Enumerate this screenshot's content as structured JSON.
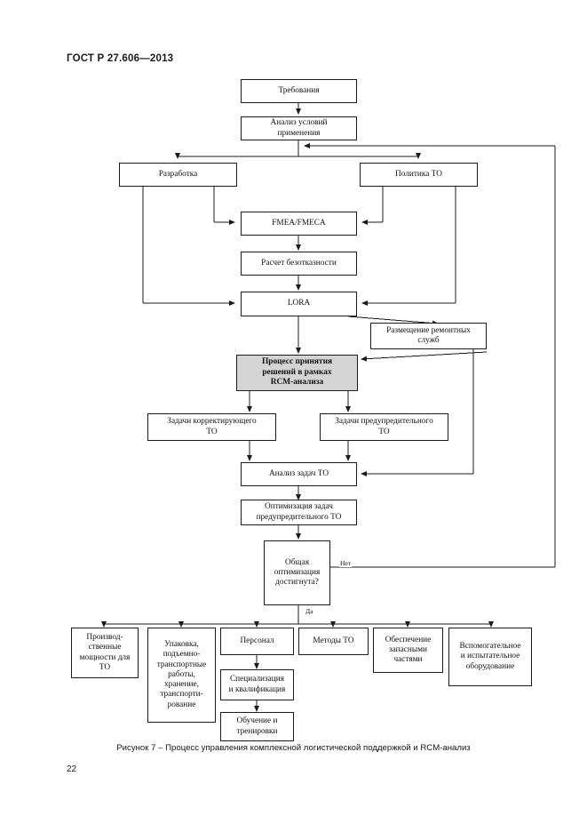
{
  "page": {
    "running_head": "ГОСТ Р 27.606—2013",
    "folio": "22",
    "caption": "Рисунок 7 – Процесс управления комплексной логистической поддержкой и RCM-анализ"
  },
  "figure": {
    "line_color": "#1b1b1b",
    "box_fill": "#ffffff",
    "highlight_fill": "#d4d4d4",
    "nodes": {
      "requirements": "Требования",
      "usage_conditions": "Анализ условий\nприменения",
      "development": "Разработка",
      "maintenance_policy": "Политика ТО",
      "fmea": "FMEA/FMECA",
      "reliability": "Расчет безотказности",
      "lora": "LORA",
      "repair_placement": "Размещение ремонтных\nслужб",
      "rcm_process": "Процесс принятия\nрешений в рамках\nRCM-анализа",
      "corrective_tasks": "Задачи корректирующего\nТО",
      "preventive_tasks": "Задачи предупредительного\nТО",
      "task_analysis": "Анализ задач ТО",
      "task_optimization": "Оптимизация задач\nпредупредительного ТО",
      "decision": "Общая\nоптимизация\nдостигнута?",
      "facilities": "Производ-\nственные\nмощности для\nТО",
      "packaging": "Упаковка,\nподъемно-\nтранспортные\nработы,\nхранение,\nтранспорти-\nрование",
      "personnel": "Персонал",
      "qualification": "Специализация\nи квалификация",
      "training": "Обучение и\nтренировки",
      "methods": "Методы ТО",
      "spares": "Обеспечение\nзапасными\nчастями",
      "support_equipment": "Вспомогательное\nи испытательное\nоборудование"
    },
    "edge_labels": {
      "no": "Нет",
      "yes": "Да"
    }
  }
}
